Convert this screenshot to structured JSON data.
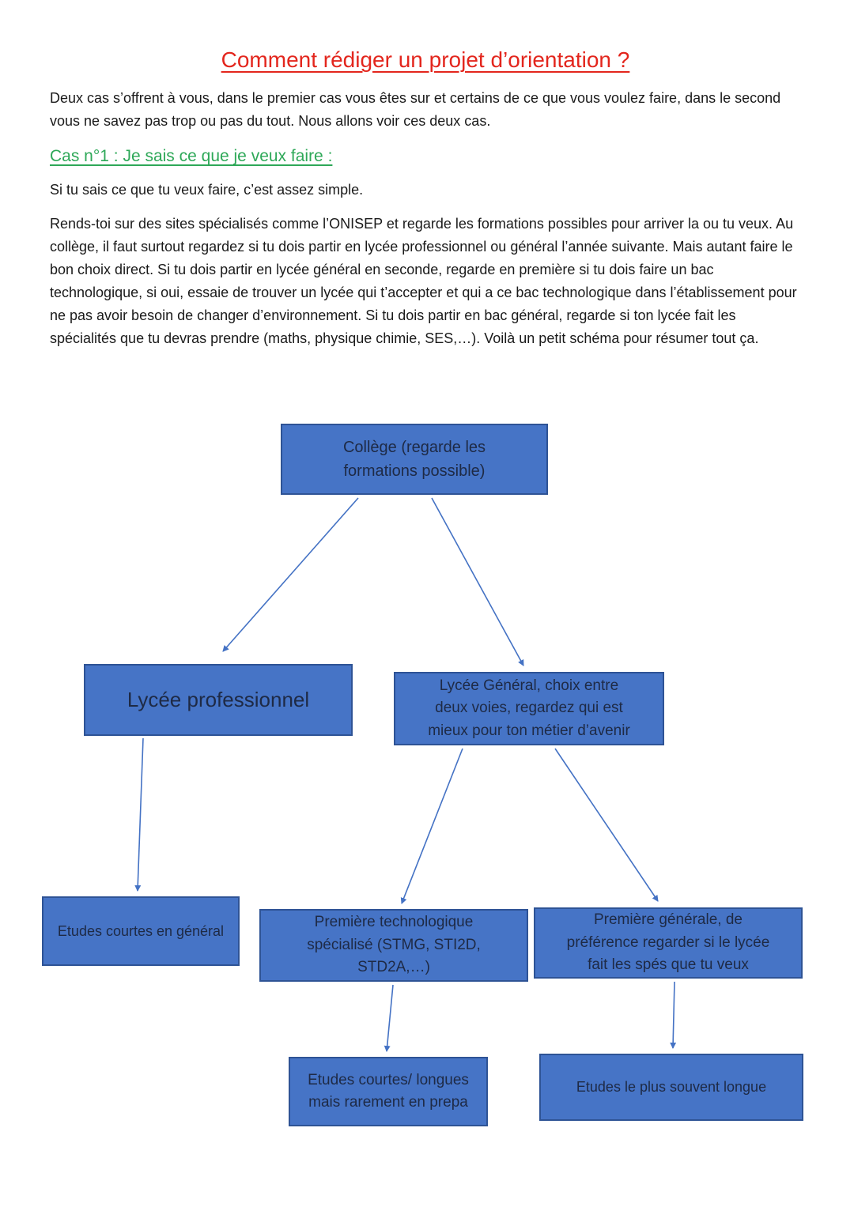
{
  "page": {
    "title": "Comment rédiger un projet d’orientation ?",
    "intro": "Deux cas s’offrent à vous, dans le premier cas vous êtes sur et certains de ce que vous voulez faire, dans le second vous ne savez pas trop ou pas du tout. Nous allons voir ces deux cas.",
    "section1_heading": "Cas n°1 : Je sais ce que je veux faire :",
    "section1_p1": "Si tu sais ce que tu veux faire, c’est assez simple.",
    "section1_p2": "Rends-toi sur des sites spécialisés comme l’ONISEP et regarde les formations possibles pour arriver la ou tu veux. Au collège, il faut surtout regardez si tu dois partir en lycée professionnel ou général l’année suivante. Mais autant faire le bon choix direct. Si tu dois partir en lycée général en seconde, regarde en première si tu dois faire un bac technologique, si oui, essaie de trouver un lycée qui t’accepter et qui a ce bac technologique dans l’établissement pour ne pas avoir besoin de changer d’environnement. Si tu dois partir en bac général, regarde si ton lycée fait les spécialités que tu devras prendre (maths, physique chimie, SES,…). Voilà un petit schéma pour résumer tout ça."
  },
  "colors": {
    "title_red": "#e3261d",
    "heading_green": "#2ea858",
    "node_fill": "#4674c6",
    "node_border": "#2e5395",
    "node_text": "#1e2a45",
    "arrow_blue": "#4472c4",
    "body_text": "#1a1a1a"
  },
  "flowchart": {
    "nodes": {
      "college": {
        "label": "Collège (regarde les\nformations possible)"
      },
      "lycee_pro": {
        "label": "Lycée professionnel"
      },
      "lycee_general": {
        "label": "Lycée Général, choix entre\ndeux voies, regardez qui est\nmieux pour ton métier d’avenir"
      },
      "etudes_courtes": {
        "label": "Etudes courtes en général"
      },
      "premiere_techno": {
        "label": "Première technologique\nspécialisé (STMG, STI2D,\nSTD2A,…)"
      },
      "premiere_generale": {
        "label": "Première générale, de\npréférence regarder si le lycée\nfait les spés que tu veux"
      },
      "etudes_courtes_longues": {
        "label": "Etudes courtes/ longues\nmais rarement en prepa"
      },
      "etudes_longues": {
        "label": "Etudes le plus souvent longue"
      }
    }
  }
}
